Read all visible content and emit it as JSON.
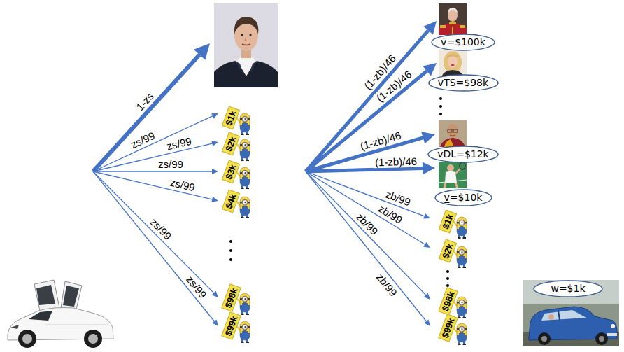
{
  "diagram": {
    "nodes": [
      {
        "text": [
          "$1k"
        ]
      },
      {
        "text": [
          "$2k"
        ]
      },
      {
        "text": [
          "$3k"
        ]
      },
      {
        "text": [
          "$4k"
        ]
      },
      {
        "text": [
          "$98k"
        ]
      },
      {
        "text": [
          "$99k"
        ]
      },
      {
        "text": [
          "v̄=$100k"
        ]
      },
      {
        "text": [
          "vTS=$98k"
        ]
      },
      {
        "text": [
          "vDL=$12k"
        ]
      },
      {
        "text": [
          "v̲=$10k"
        ]
      },
      {
        "text": [
          "$1k"
        ]
      },
      {
        "text": [
          "$2k"
        ]
      },
      {
        "text": [
          "$98k"
        ]
      },
      {
        "text": [
          "$99k"
        ]
      },
      {
        "text": [
          "w=$1k"
        ]
      }
    ],
    "labels": [
      "1-zs",
      "zs/99",
      "zs/99",
      "zs/99",
      "zs/99",
      "zs/99",
      "zs/99",
      "(1-zb)/46",
      "(1-zb)/46",
      "(1-zb)/46",
      "(1-zb)/46",
      "zb/99",
      "zb/99",
      "zb/99",
      "zb/99"
    ]
  }
}
